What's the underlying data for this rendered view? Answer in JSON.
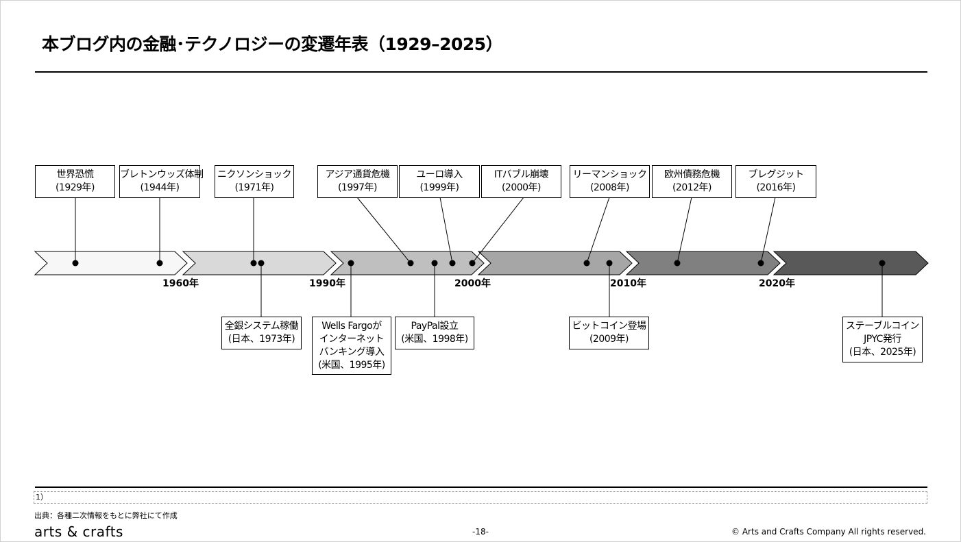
{
  "title": "本ブログ内の金融･テクノロジーの変遷年表（1929–2025）",
  "segment_colors": [
    "#f7f7f7",
    "#d9d9d9",
    "#bfbfbf",
    "#a6a6a6",
    "#808080",
    "#595959"
  ],
  "year_labels": [
    "1960年",
    "1990年",
    "2000年",
    "2010年",
    "2020年"
  ],
  "top_events": [
    {
      "line1": "世界恐慌",
      "line2": "(1929年)"
    },
    {
      "line1": "ブレトンウッズ体制",
      "line2": "(1944年)"
    },
    {
      "line1": "ニクソンショック",
      "line2": "(1971年)"
    },
    {
      "line1": "アジア通貨危機",
      "line2": "(1997年)"
    },
    {
      "line1": "ユーロ導入",
      "line2": "(1999年)"
    },
    {
      "line1": "ITバブル崩壊",
      "line2": "(2000年)"
    },
    {
      "line1": "リーマンショック",
      "line2": "(2008年)"
    },
    {
      "line1": "欧州債務危機",
      "line2": "(2012年)"
    },
    {
      "line1": "ブレグジット",
      "line2": "(2016年)"
    }
  ],
  "bottom_events": [
    {
      "lines": [
        "全銀システム稼働",
        "(日本、1973年)"
      ]
    },
    {
      "lines": [
        "Wells Fargoが",
        "インターネット",
        "バンキング導入",
        "(米国、1995年)"
      ]
    },
    {
      "lines": [
        "PayPal設立",
        "(米国、1998年)"
      ]
    },
    {
      "lines": [
        "ビットコイン登場",
        "(2009年)"
      ]
    },
    {
      "lines": [
        "ステーブルコイン",
        "JPYC発行",
        "(日本、2025年)"
      ]
    }
  ],
  "footnote": "1）",
  "source": "出典：各種二次情報をもとに弊社にて作成",
  "logo": "arts & crafts",
  "page_number": "-18-",
  "copyright": "© Arts and Crafts Company All rights reserved."
}
